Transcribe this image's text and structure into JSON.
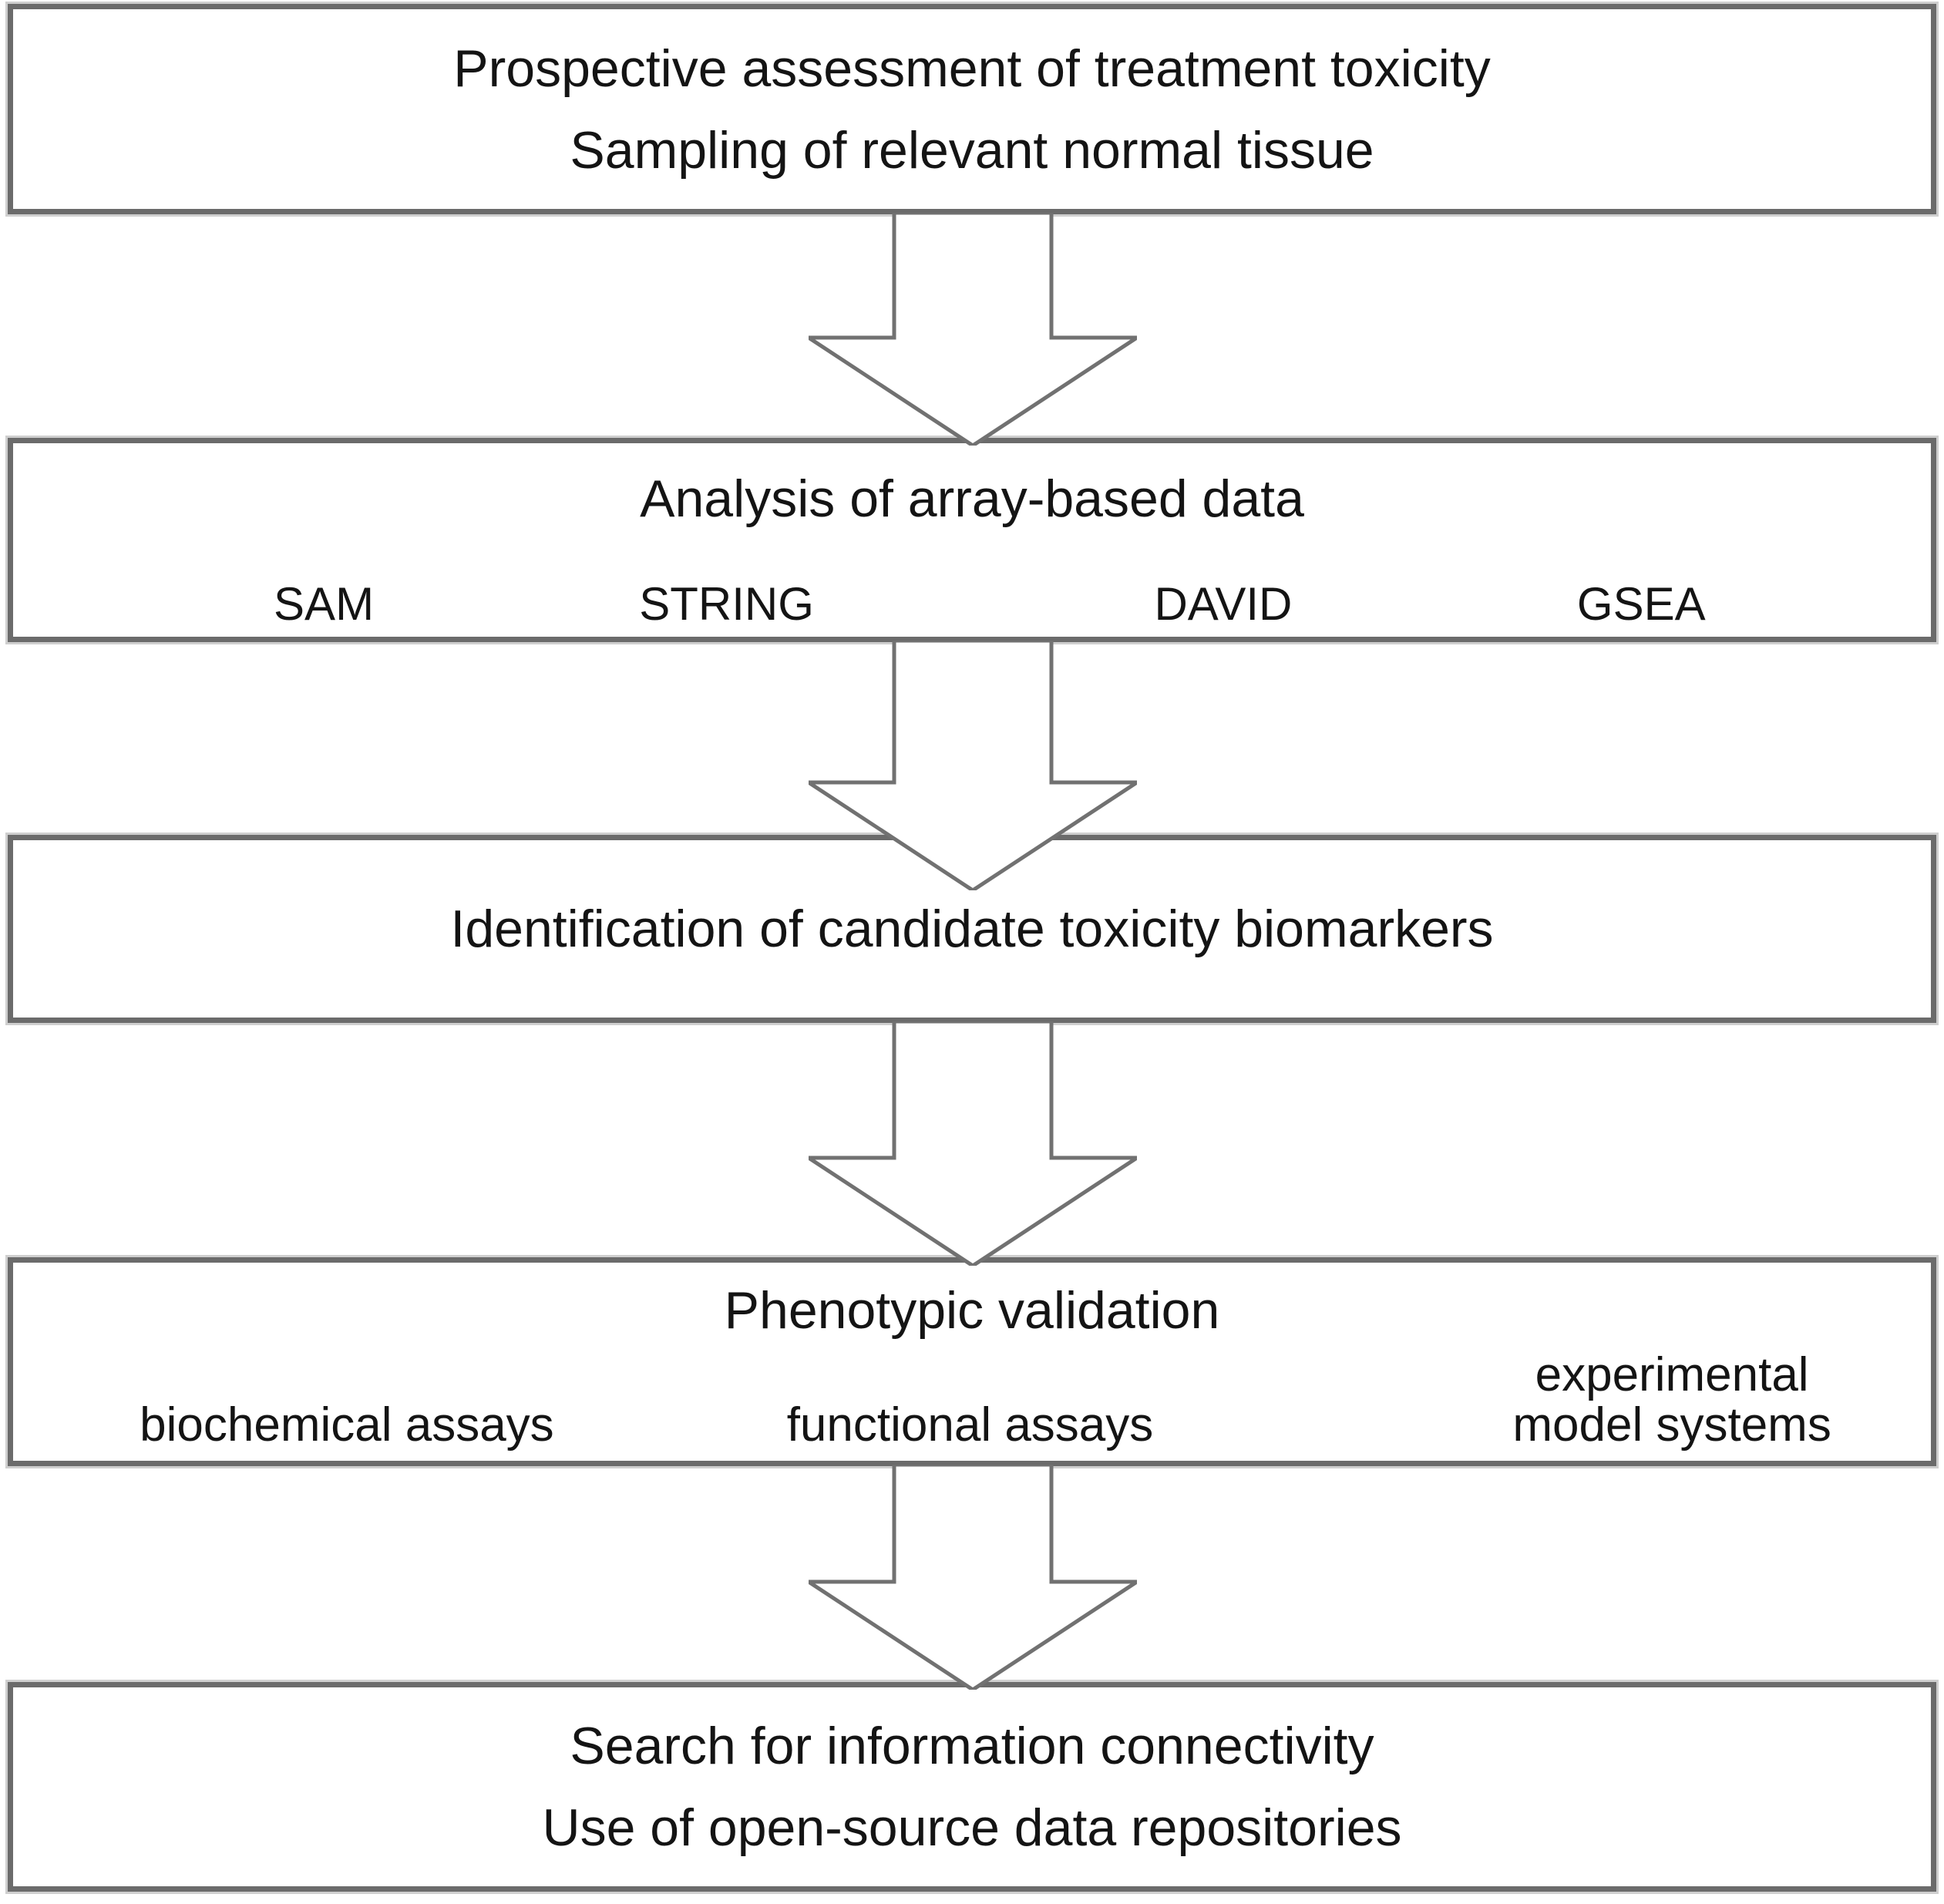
{
  "figure": {
    "colors": {
      "border": "#6b6b6b",
      "halo": "#cfcfcf",
      "arrow": "#717171",
      "text": "#141414",
      "bg": "#ffffff"
    },
    "boxes": [
      {
        "lines": [
          "Prospective assessment of treatment toxicity",
          "Sampling of relevant normal tissue"
        ]
      },
      {
        "title": "Analysis of array-based data",
        "tools": [
          "SAM",
          "STRING",
          "DAVID",
          "GSEA"
        ]
      },
      {
        "title": "Identification of candidate toxicity biomarkers"
      },
      {
        "title": "Phenotypic validation",
        "methods": {
          "biochemical": "biochemical assays",
          "functional": "functional assays",
          "experimental_line1": "experimental",
          "experimental_line2": "model systems"
        }
      },
      {
        "lines": [
          "Search for information connectivity",
          "Use of open-source data repositories"
        ]
      }
    ]
  }
}
